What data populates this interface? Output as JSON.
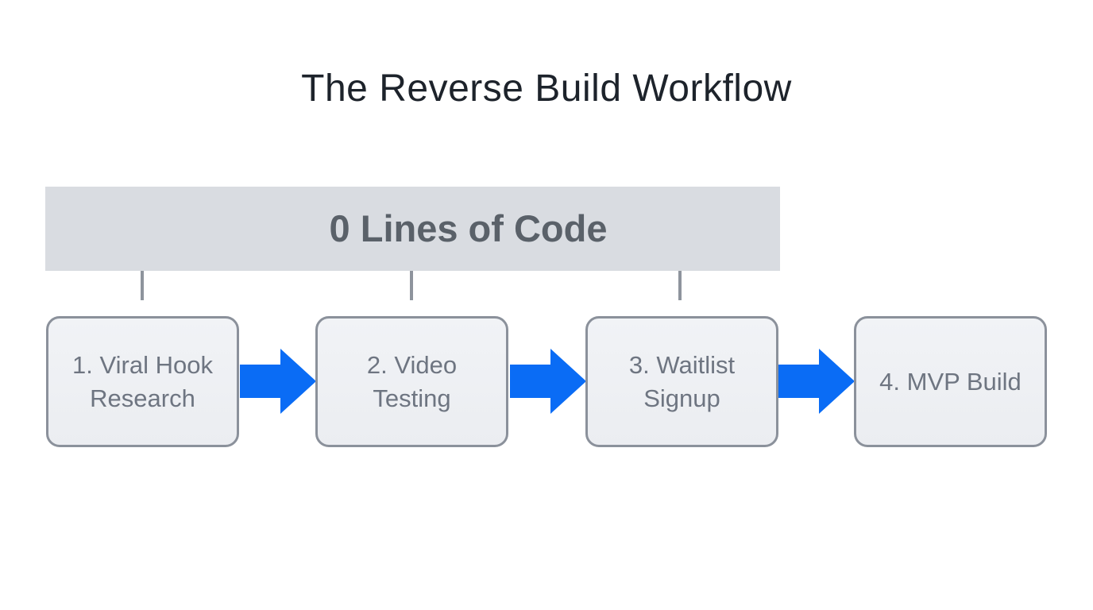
{
  "title": "The Reverse Build Workflow",
  "banner": {
    "label": "0 Lines of Code"
  },
  "steps": [
    {
      "label": "1. Viral Hook Research",
      "line1": "1. Viral Hook",
      "line2": "Research"
    },
    {
      "label": "2. Video Testing",
      "line1": "2. Video",
      "line2": "Testing"
    },
    {
      "label": "3. Waitlist Signup",
      "line1": "3. Waitlist",
      "line2": "Signup"
    },
    {
      "label": "4. MVP Build",
      "line1": "4. MVP Build",
      "line2": ""
    }
  ],
  "colors": {
    "background": "#ffffff",
    "title_text": "#1d232b",
    "banner_bg": "#d9dce1",
    "banner_text": "#5a6169",
    "box_bg": "#eef0f3",
    "box_border": "#8b919b",
    "box_text": "#6e7581",
    "connector": "#8e949d",
    "arrow": "#0a6cf5"
  }
}
